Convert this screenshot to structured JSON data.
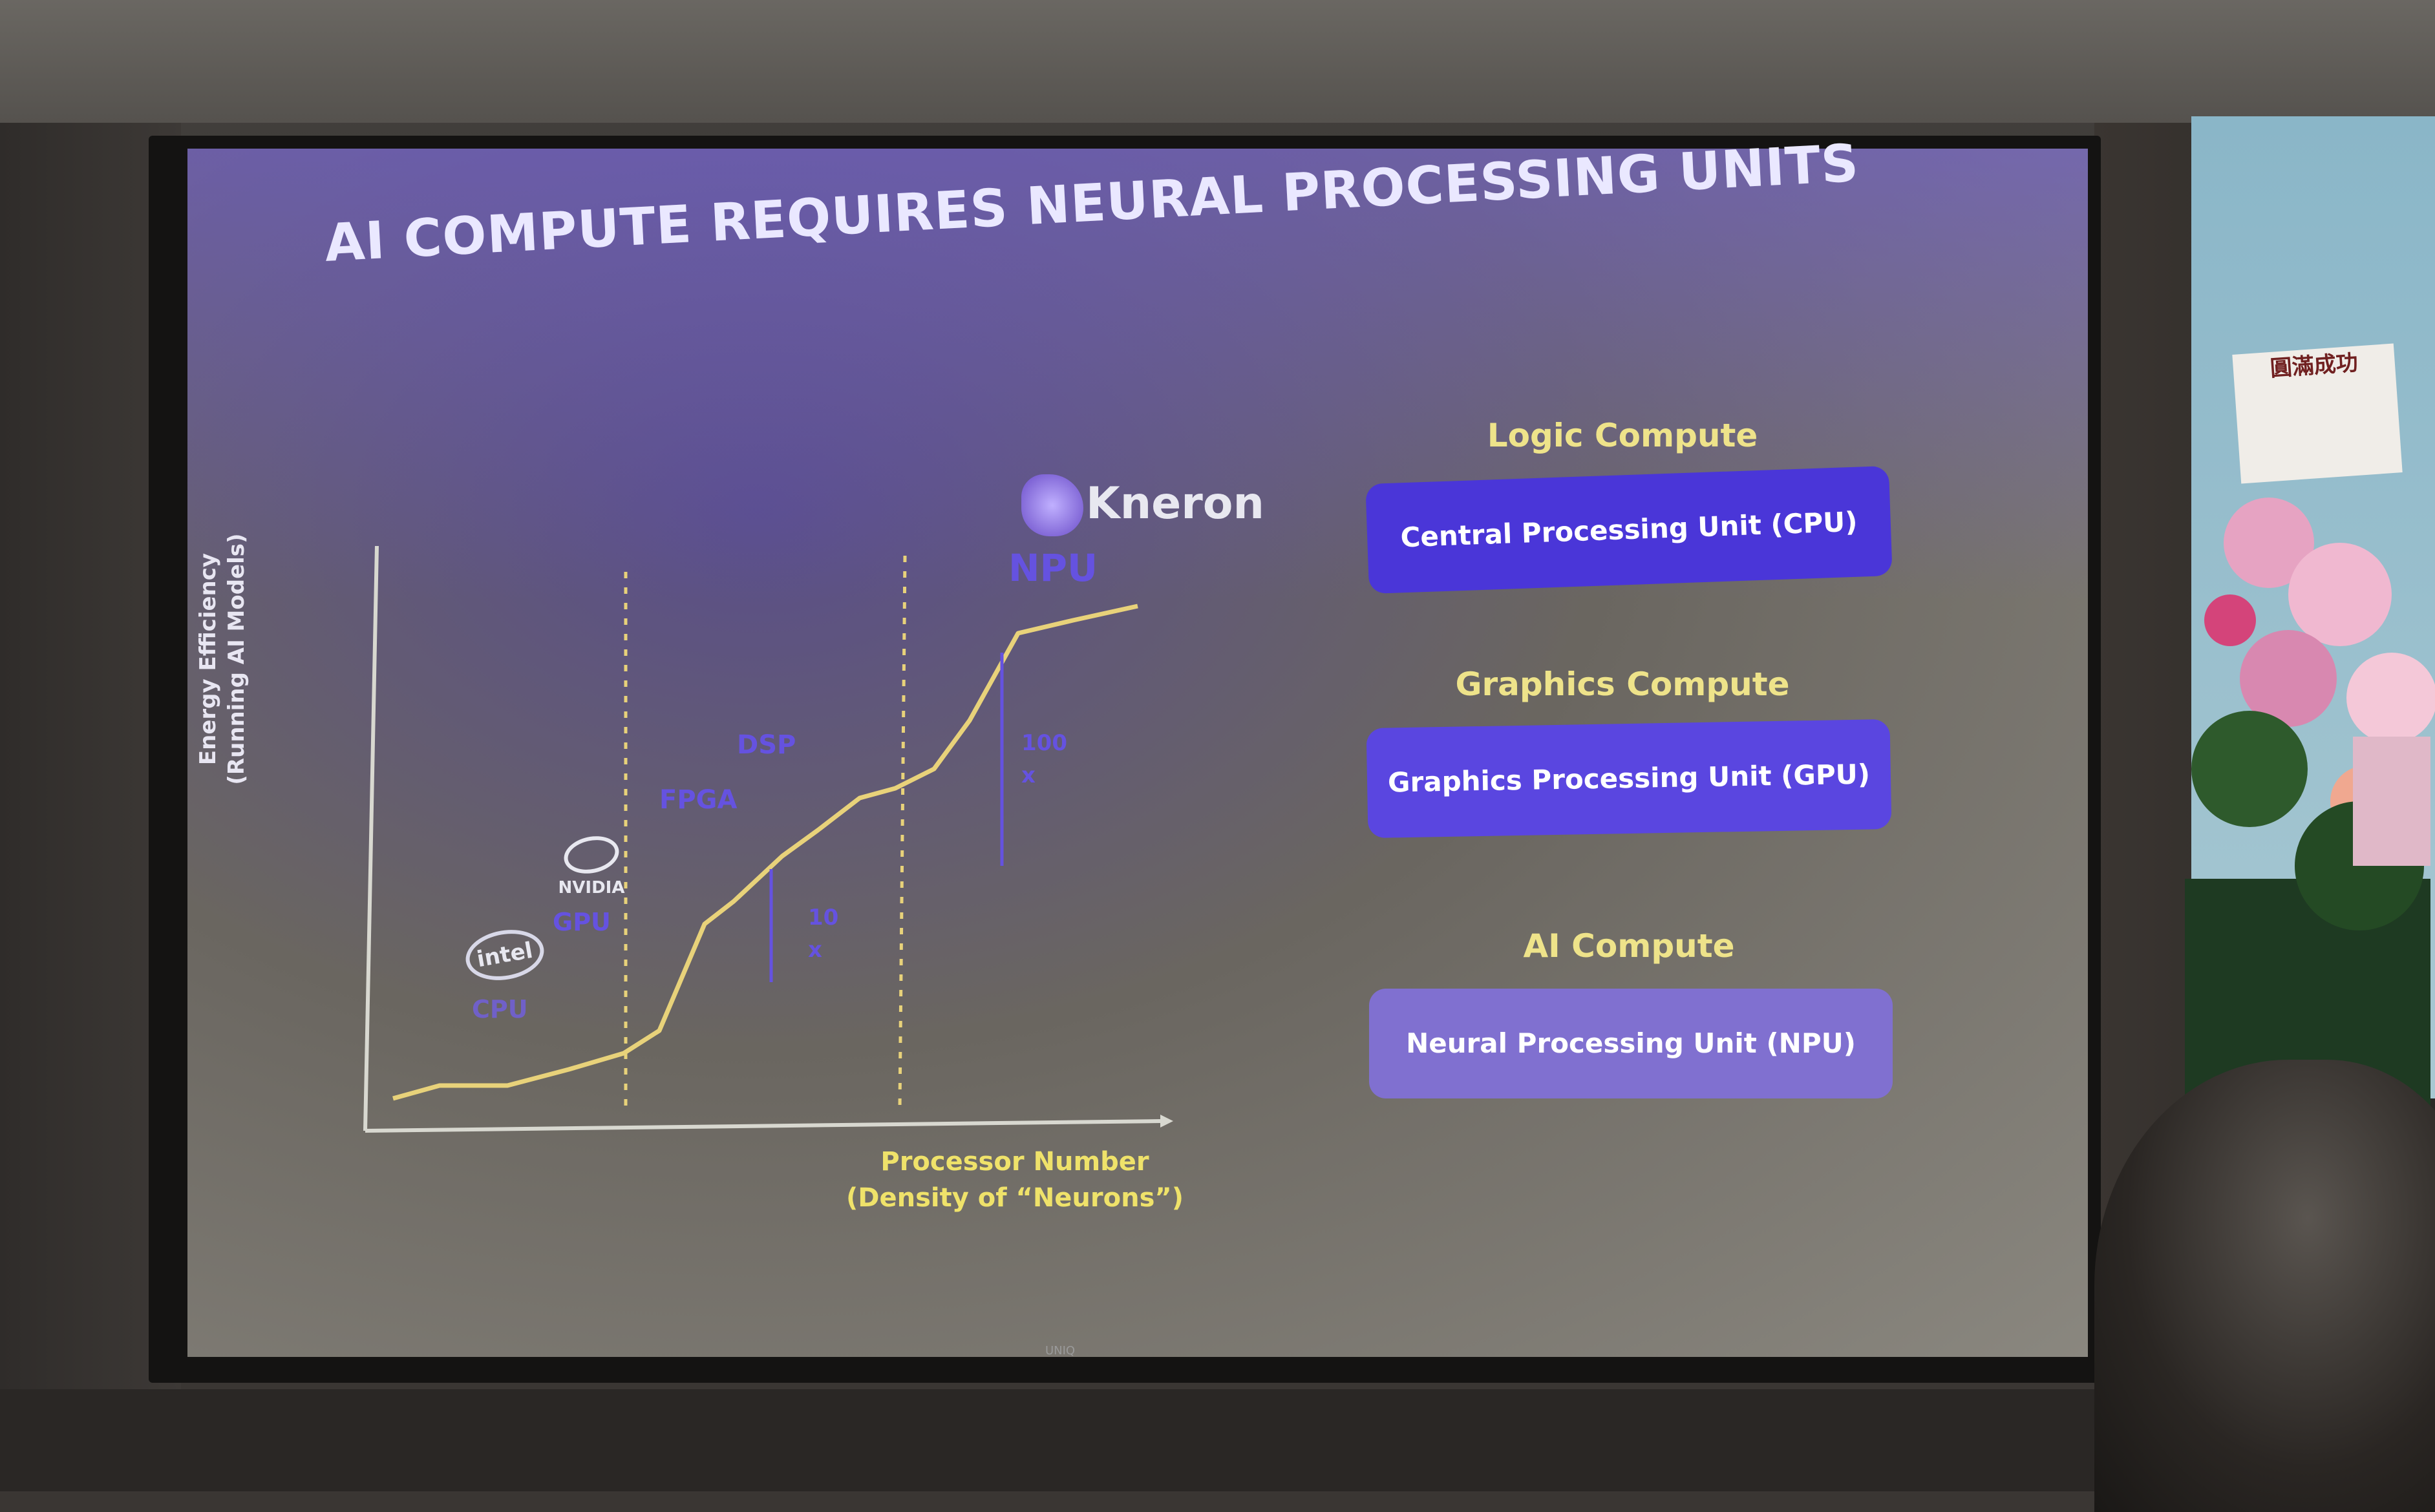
{
  "slide": {
    "title": "AI COMPUTE REQUIRES NEURAL PROCESSING UNITS",
    "y_axis_title": [
      "Energy Efficiency",
      "(Running AI Models)"
    ],
    "x_axis_title": [
      "Processor Number",
      "(Density of “Neurons”)"
    ],
    "chip_labels": {
      "cpu": "CPU",
      "gpu": "GPU",
      "fpga": "FPGA",
      "dsp": "DSP",
      "npu": "NPU",
      "gain_10x": "10 x",
      "gain_100x": "100 x"
    },
    "logos": {
      "intel": "intel",
      "nvidia": "NVIDIA",
      "kneron": "Kneron"
    },
    "sections": [
      {
        "title": "Logic Compute",
        "box": "Central Processing Unit (CPU)"
      },
      {
        "title": "Graphics Compute",
        "box": "Graphics Processing Unit (GPU)"
      },
      {
        "title": "AI Compute",
        "box": "Neural Processing Unit (NPU)"
      }
    ]
  },
  "screen_brand": "UNIQ",
  "colors": {
    "curve": "#e8d27a",
    "axis": "#d8d8d0",
    "chip_label": "#6552e0",
    "section_title": "#eee38a",
    "cpu_box": "#4a36d8",
    "gpu_box": "#5a46e0",
    "npu_box": "#8070d0"
  }
}
